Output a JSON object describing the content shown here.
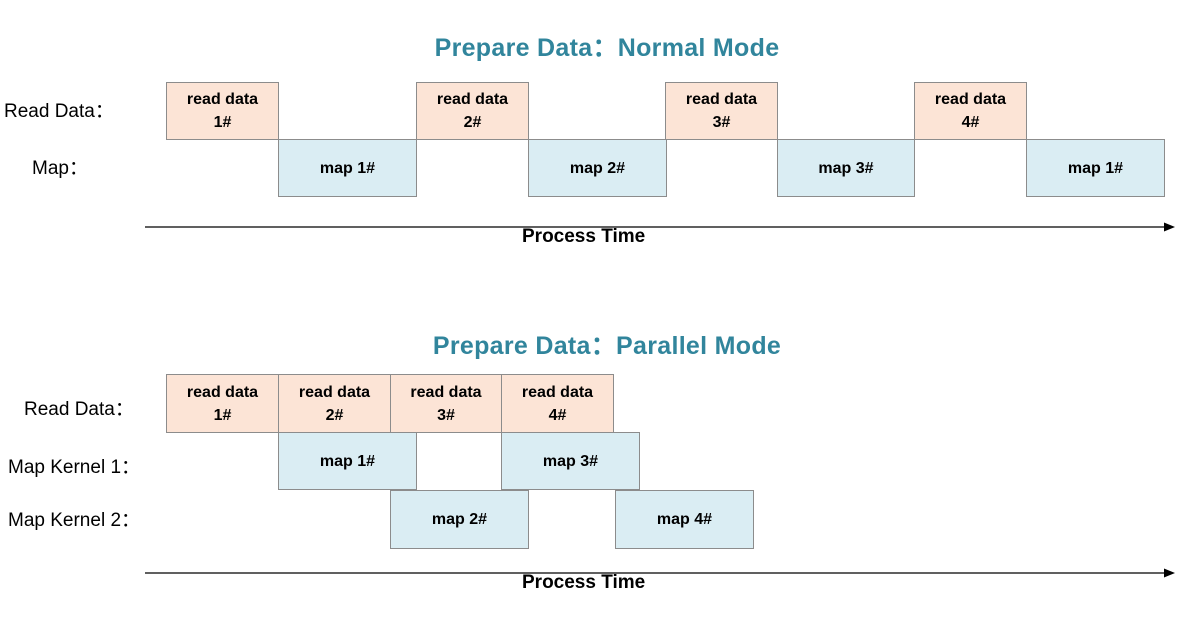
{
  "normal": {
    "title_prefix": "Prepare Data：",
    "title_mode": "Normal Mode",
    "read_label": "Read Data：",
    "map_label": "Map：",
    "read_boxes": [
      {
        "line1": "read data",
        "line2": "1#"
      },
      {
        "line1": "read data",
        "line2": "2#"
      },
      {
        "line1": "read data",
        "line2": "3#"
      },
      {
        "line1": "read data",
        "line2": "4#"
      }
    ],
    "map_boxes": [
      "map 1#",
      "map 2#",
      "map 3#",
      "map 1#"
    ],
    "axis_label": "Process Time"
  },
  "parallel": {
    "title_prefix": "Prepare Data：",
    "title_mode": "Parallel Mode",
    "read_label": "Read Data：",
    "kernel1_label": "Map Kernel 1：",
    "kernel2_label": "Map Kernel 2：",
    "read_boxes": [
      {
        "line1": "read data",
        "line2": "1#"
      },
      {
        "line1": "read data",
        "line2": "2#"
      },
      {
        "line1": "read data",
        "line2": "3#"
      },
      {
        "line1": "read data",
        "line2": "4#"
      }
    ],
    "kernel1_boxes": [
      "map 1#",
      "map 3#"
    ],
    "kernel2_boxes": [
      "map 2#",
      "map 4#"
    ],
    "axis_label": "Process Time"
  },
  "colors": {
    "title": "#31859c",
    "read_fill": "#fce4d6",
    "map_fill": "#daedf3",
    "border": "#8c8c8c"
  }
}
